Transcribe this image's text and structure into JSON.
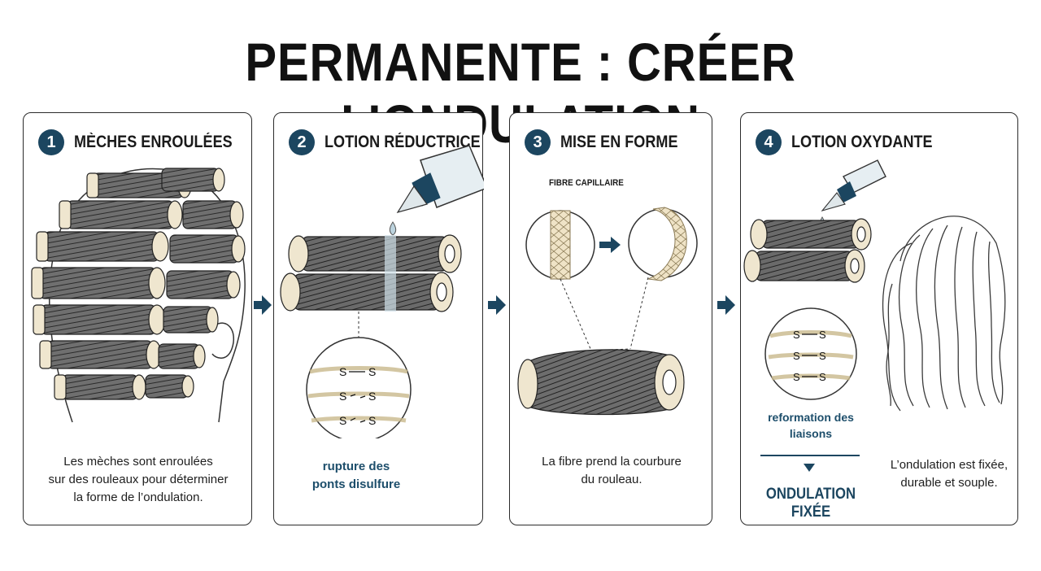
{
  "title": "PERMANENTE : CRÉER L’ONDULATION",
  "colors": {
    "accent": "#1c4660",
    "text_blue": "#1d4e6b",
    "border": "#2b2b2b"
  },
  "steps": [
    {
      "number": "1",
      "title": "MÈCHES ENROULÉES",
      "caption_lines": [
        "Les mèches sont enroulées",
        "sur des rouleaux pour déterminer",
        "la forme de l’ondulation."
      ]
    },
    {
      "number": "2",
      "title": "LOTION RÉDUCTRICE",
      "bond_caption_lines": [
        "rupture des",
        "ponts disulfure"
      ]
    },
    {
      "number": "3",
      "title": "MISE EN FORME",
      "fiber_label": "FIBRE CAPILLAIRE",
      "caption_lines": [
        "La fibre prend la courbure",
        "du rouleau."
      ]
    },
    {
      "number": "4",
      "title": "LOTION OXYDANTE",
      "bond_caption_lines": [
        "reformation des",
        "liaisons"
      ],
      "result_label": "ONDULATION FIXÉE",
      "caption_lines": [
        "L’ondulation est fixée,",
        "durable et souple."
      ]
    }
  ],
  "bond_symbol": "S",
  "icons": [
    "arrow-right-icon",
    "arrow-down-icon",
    "roller-icon",
    "lotion-bottle-icon",
    "hair-fiber-icon",
    "wavy-hair-icon",
    "head-with-rollers-icon"
  ]
}
